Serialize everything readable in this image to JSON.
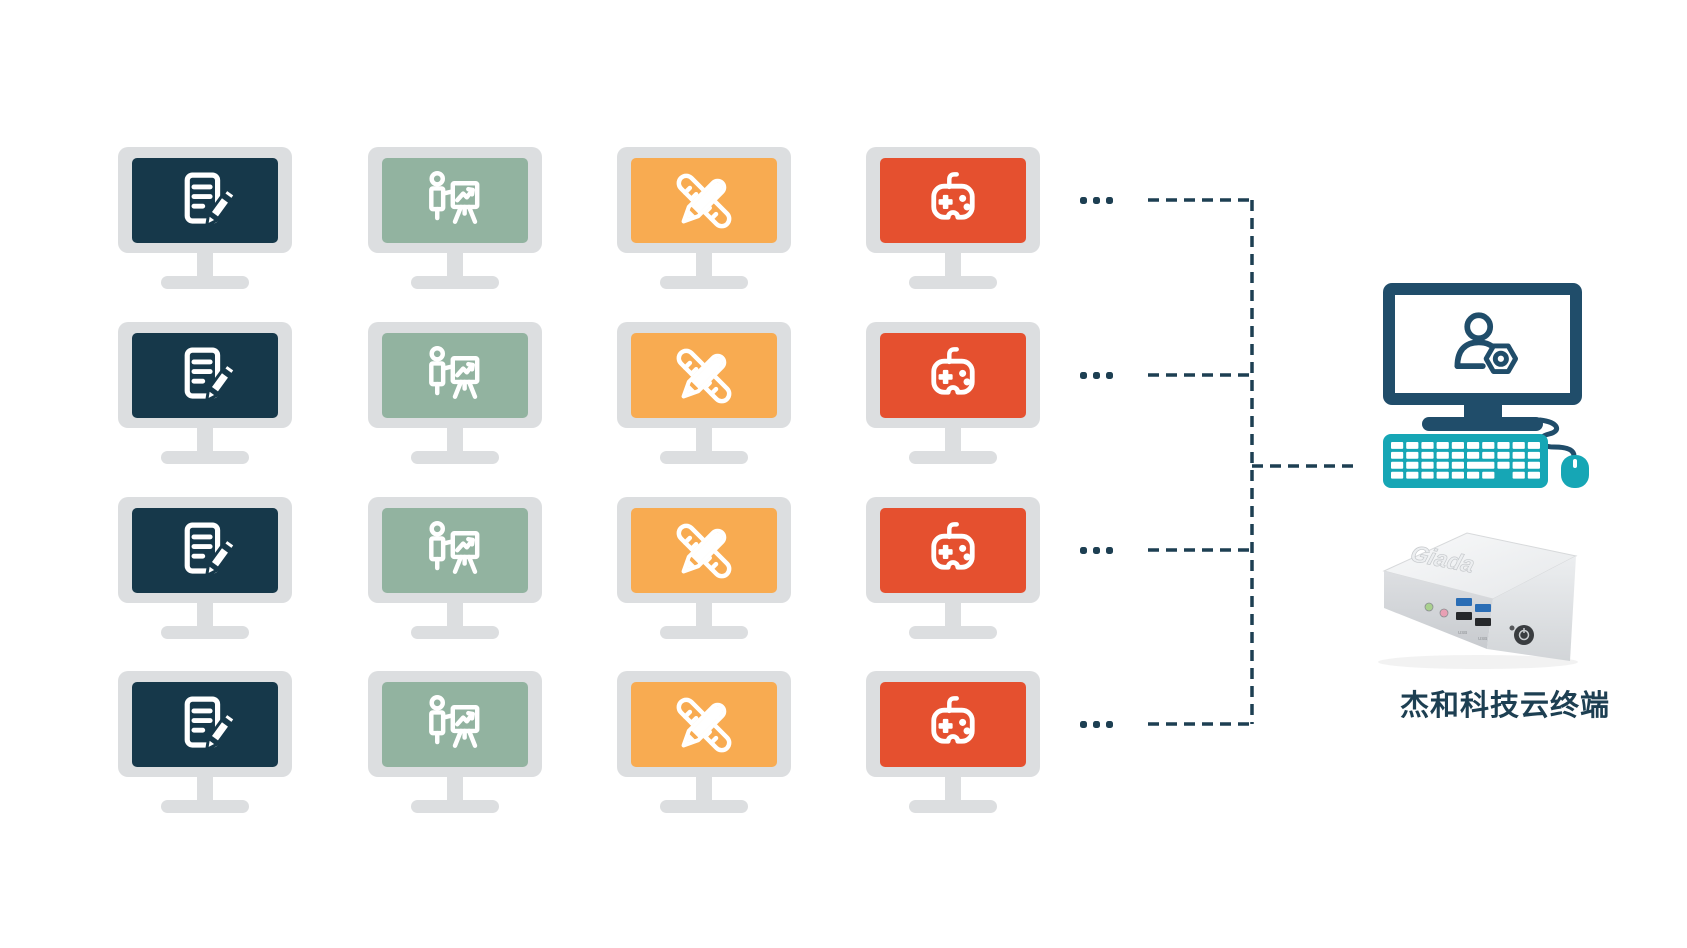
{
  "diagram": {
    "ellipsis": "···",
    "rows": 4,
    "columns": [
      {
        "id": "document",
        "name": "office-document-workstation",
        "icon": "document-edit-icon",
        "screen_color": "#16384a"
      },
      {
        "id": "presentation",
        "name": "presentation-workstation",
        "icon": "presentation-chart-icon",
        "screen_color": "#92b3a0"
      },
      {
        "id": "design",
        "name": "design-tools-workstation",
        "icon": "ruler-pencil-icon",
        "screen_color": "#f8ab51"
      },
      {
        "id": "game",
        "name": "gaming-workstation",
        "icon": "game-controller-icon",
        "screen_color": "#e5502f"
      }
    ]
  },
  "server": {
    "caption": "杰和科技云终端",
    "device_logo": "Giada",
    "usb_labels": [
      "USB",
      "USB"
    ],
    "admin_icon": "admin-user-gear-icon"
  },
  "colors": {
    "monitor_frame": "#dcdee0",
    "connector": "#1d3f52",
    "admin_navy": "#204d6a",
    "teal": "#16a6b5",
    "caption_text": "#1d3f52"
  }
}
